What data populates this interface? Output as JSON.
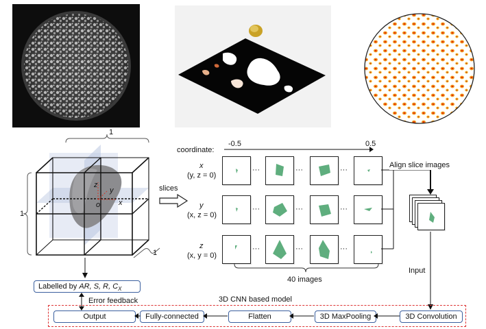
{
  "cube": {
    "edge_top": "1",
    "edge_left": "1",
    "edge_right": "1",
    "axes": {
      "z": "z",
      "y": "y",
      "x": "x",
      "origin": "o"
    }
  },
  "slices_label": "slices",
  "coordinate": {
    "label": "coordinate:",
    "start": "-0.5",
    "end": "0.5"
  },
  "rows": [
    {
      "axis": "x",
      "condition": "(y, z = 0)"
    },
    {
      "axis": "y",
      "condition": "(x, z = 0)"
    },
    {
      "axis": "z",
      "condition": "(x, y = 0)"
    }
  ],
  "ellipsis": "···",
  "images_count": "40 images",
  "align_label": "Align slice images",
  "input_label": "Input",
  "labelled": {
    "prefix": "Labelled by ",
    "vars": "AR, S, R, C",
    "sub": "X"
  },
  "error_feedback": "Error feedback",
  "model_title": "3D CNN based model",
  "pipeline": {
    "output": "Output",
    "fully_connected": "Fully-connected",
    "flatten": "Flatten",
    "maxpool": "3D MaxPooling",
    "conv": "3D Convolution"
  },
  "colors": {
    "shape_green": "#5fae7e",
    "box_border": "#3a5f9e",
    "dashed_red": "#d33"
  }
}
